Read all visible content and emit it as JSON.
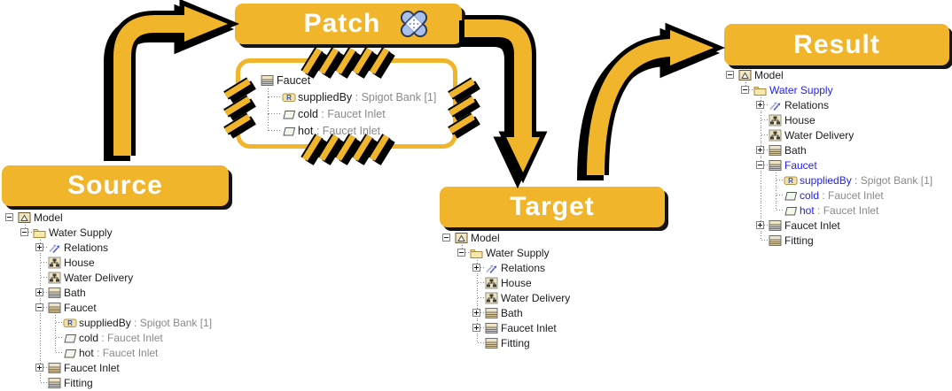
{
  "colors": {
    "accent_yellow": "#F0B52A",
    "outline_black": "#000000",
    "highlight_blue": "#2222E8",
    "label_black": "#1C1C1C",
    "type_gray": "#8A8A8A",
    "bandaid_blue": "#A9C0E8"
  },
  "banners": {
    "source": "Source",
    "patch": "Patch",
    "target": "Target",
    "result": "Result"
  },
  "patch_panel": {
    "nodes": [
      {
        "label": "Faucet",
        "suffix": "",
        "icon": "class",
        "exp": "none",
        "conn": "none",
        "g": "",
        "blue": false
      },
      {
        "label": "suppliedBy",
        "suffix": " : Spigot Bank [1]",
        "icon": "reference",
        "exp": "none",
        "conn": "tee",
        "g": "",
        "blue": false
      },
      {
        "label": "cold",
        "suffix": " : Faucet Inlet",
        "icon": "port",
        "exp": "none",
        "conn": "tee",
        "g": "",
        "blue": false
      },
      {
        "label": "hot",
        "suffix": " : Faucet Inlet",
        "icon": "port",
        "exp": "none",
        "conn": "corner",
        "g": "",
        "blue": false
      }
    ]
  },
  "source_panel": {
    "nodes": [
      {
        "label": "Model",
        "suffix": "",
        "icon": "model",
        "exp": "minus",
        "conn": "none",
        "g": "",
        "blue": false
      },
      {
        "label": "Water Supply",
        "suffix": "",
        "icon": "folder",
        "exp": "minus",
        "conn": "corner",
        "g": "e",
        "blue": false
      },
      {
        "label": "Relations",
        "suffix": "",
        "icon": "relations",
        "exp": "plus",
        "conn": "tee",
        "g": "ee",
        "blue": false
      },
      {
        "label": "House",
        "suffix": "",
        "icon": "diagram",
        "exp": "none",
        "conn": "tee",
        "g": "ee",
        "blue": false
      },
      {
        "label": "Water Delivery",
        "suffix": "",
        "icon": "diagram",
        "exp": "none",
        "conn": "tee",
        "g": "ee",
        "blue": false
      },
      {
        "label": "Bath",
        "suffix": "",
        "icon": "class",
        "exp": "plus",
        "conn": "tee",
        "g": "ee",
        "blue": false
      },
      {
        "label": "Faucet",
        "suffix": "",
        "icon": "class",
        "exp": "minus",
        "conn": "tee",
        "g": "ee",
        "blue": false
      },
      {
        "label": "suppliedBy",
        "suffix": " : Spigot Bank [1]",
        "icon": "reference",
        "exp": "none",
        "conn": "tee",
        "g": "eev",
        "blue": false
      },
      {
        "label": "cold",
        "suffix": " : Faucet Inlet",
        "icon": "port",
        "exp": "none",
        "conn": "tee",
        "g": "eev",
        "blue": false
      },
      {
        "label": "hot",
        "suffix": " : Faucet Inlet",
        "icon": "port",
        "exp": "none",
        "conn": "corner",
        "g": "eev",
        "blue": false
      },
      {
        "label": "Faucet Inlet",
        "suffix": "",
        "icon": "class",
        "exp": "plus",
        "conn": "tee",
        "g": "ee",
        "blue": false
      },
      {
        "label": "Fitting",
        "suffix": "",
        "icon": "class",
        "exp": "none",
        "conn": "corner",
        "g": "ee",
        "blue": false
      }
    ]
  },
  "target_panel": {
    "nodes": [
      {
        "label": "Model",
        "suffix": "",
        "icon": "model",
        "exp": "minus",
        "conn": "none",
        "g": "",
        "blue": false
      },
      {
        "label": "Water Supply",
        "suffix": "",
        "icon": "folder",
        "exp": "minus",
        "conn": "corner",
        "g": "e",
        "blue": false
      },
      {
        "label": "Relations",
        "suffix": "",
        "icon": "relations",
        "exp": "plus",
        "conn": "tee",
        "g": "ee",
        "blue": false
      },
      {
        "label": "House",
        "suffix": "",
        "icon": "diagram",
        "exp": "none",
        "conn": "tee",
        "g": "ee",
        "blue": false
      },
      {
        "label": "Water Delivery",
        "suffix": "",
        "icon": "diagram",
        "exp": "none",
        "conn": "tee",
        "g": "ee",
        "blue": false
      },
      {
        "label": "Bath",
        "suffix": "",
        "icon": "class",
        "exp": "plus",
        "conn": "tee",
        "g": "ee",
        "blue": false
      },
      {
        "label": "Faucet Inlet",
        "suffix": "",
        "icon": "class",
        "exp": "plus",
        "conn": "tee",
        "g": "ee",
        "blue": false
      },
      {
        "label": "Fitting",
        "suffix": "",
        "icon": "class",
        "exp": "none",
        "conn": "corner",
        "g": "ee",
        "blue": false
      }
    ]
  },
  "result_panel": {
    "nodes": [
      {
        "label": "Model",
        "suffix": "",
        "icon": "model",
        "exp": "minus",
        "conn": "none",
        "g": "",
        "blue": false
      },
      {
        "label": "Water Supply",
        "suffix": "",
        "icon": "folder",
        "exp": "minus",
        "conn": "corner",
        "g": "e",
        "blue": true
      },
      {
        "label": "Relations",
        "suffix": "",
        "icon": "relations",
        "exp": "plus",
        "conn": "tee",
        "g": "ee",
        "blue": false
      },
      {
        "label": "House",
        "suffix": "",
        "icon": "diagram",
        "exp": "none",
        "conn": "tee",
        "g": "ee",
        "blue": false
      },
      {
        "label": "Water Delivery",
        "suffix": "",
        "icon": "diagram",
        "exp": "none",
        "conn": "tee",
        "g": "ee",
        "blue": false
      },
      {
        "label": "Bath",
        "suffix": "",
        "icon": "class",
        "exp": "plus",
        "conn": "tee",
        "g": "ee",
        "blue": false
      },
      {
        "label": "Faucet",
        "suffix": "",
        "icon": "class",
        "exp": "minus",
        "conn": "tee",
        "g": "ee",
        "blue": true
      },
      {
        "label": "suppliedBy",
        "suffix": " : Spigot Bank [1]",
        "icon": "reference",
        "exp": "none",
        "conn": "tee",
        "g": "eev",
        "blue": true
      },
      {
        "label": "cold",
        "suffix": " : Faucet Inlet",
        "icon": "port",
        "exp": "none",
        "conn": "tee",
        "g": "eev",
        "blue": true
      },
      {
        "label": "hot",
        "suffix": " : Faucet Inlet",
        "icon": "port",
        "exp": "none",
        "conn": "corner",
        "g": "eev",
        "blue": true
      },
      {
        "label": "Faucet Inlet",
        "suffix": "",
        "icon": "class",
        "exp": "plus",
        "conn": "tee",
        "g": "ee",
        "blue": false
      },
      {
        "label": "Fitting",
        "suffix": "",
        "icon": "class",
        "exp": "none",
        "conn": "corner",
        "g": "ee",
        "blue": false
      }
    ]
  }
}
